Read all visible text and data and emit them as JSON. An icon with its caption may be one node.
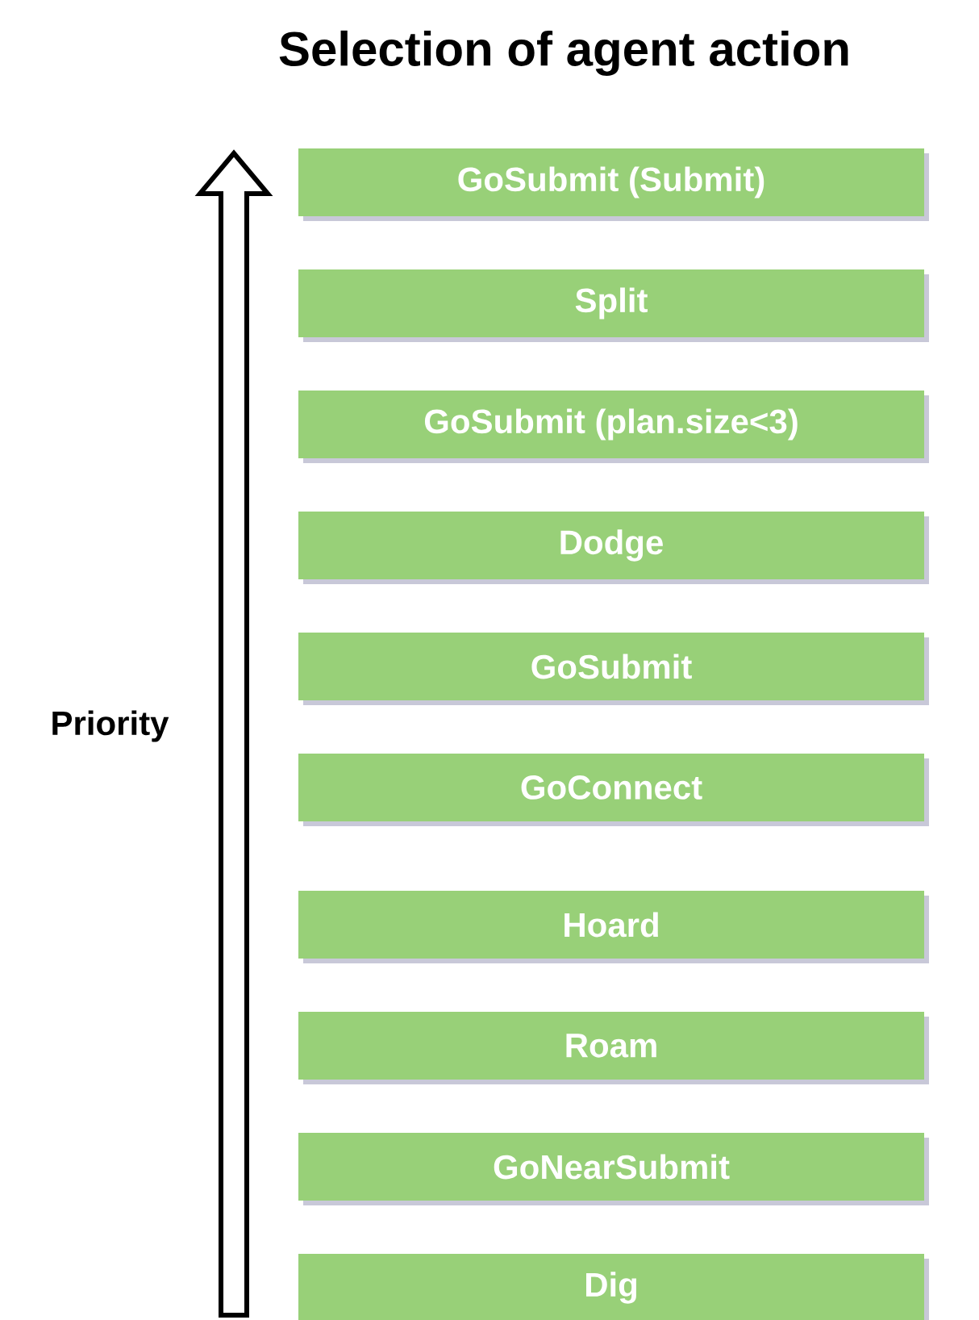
{
  "diagram": {
    "title": "Selection of agent action",
    "nodes": [
      {
        "text": [
          "GoSubmit (Submit)"
        ]
      },
      {
        "text": [
          "Split"
        ]
      },
      {
        "text": [
          "GoSubmit (plan.size<3)"
        ]
      },
      {
        "text": [
          "Dodge"
        ]
      },
      {
        "text": [
          "GoSubmit"
        ]
      },
      {
        "text": [
          "GoConnect"
        ]
      },
      {
        "text": [
          "Hoard"
        ]
      },
      {
        "text": [
          "Roam"
        ]
      },
      {
        "text": [
          "GoNearSubmit"
        ]
      },
      {
        "text": [
          "Dig"
        ]
      }
    ],
    "labels": [
      "Priority"
    ]
  }
}
